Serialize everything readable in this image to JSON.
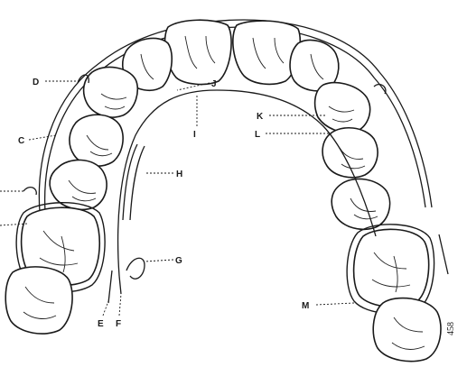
{
  "figure": {
    "labels": {
      "C": "C",
      "D": "D",
      "E": "E",
      "F": "F",
      "G": "G",
      "H": "H",
      "I": "I",
      "J": "J",
      "K": "K",
      "L": "L",
      "M": "M"
    },
    "signature": "458"
  }
}
